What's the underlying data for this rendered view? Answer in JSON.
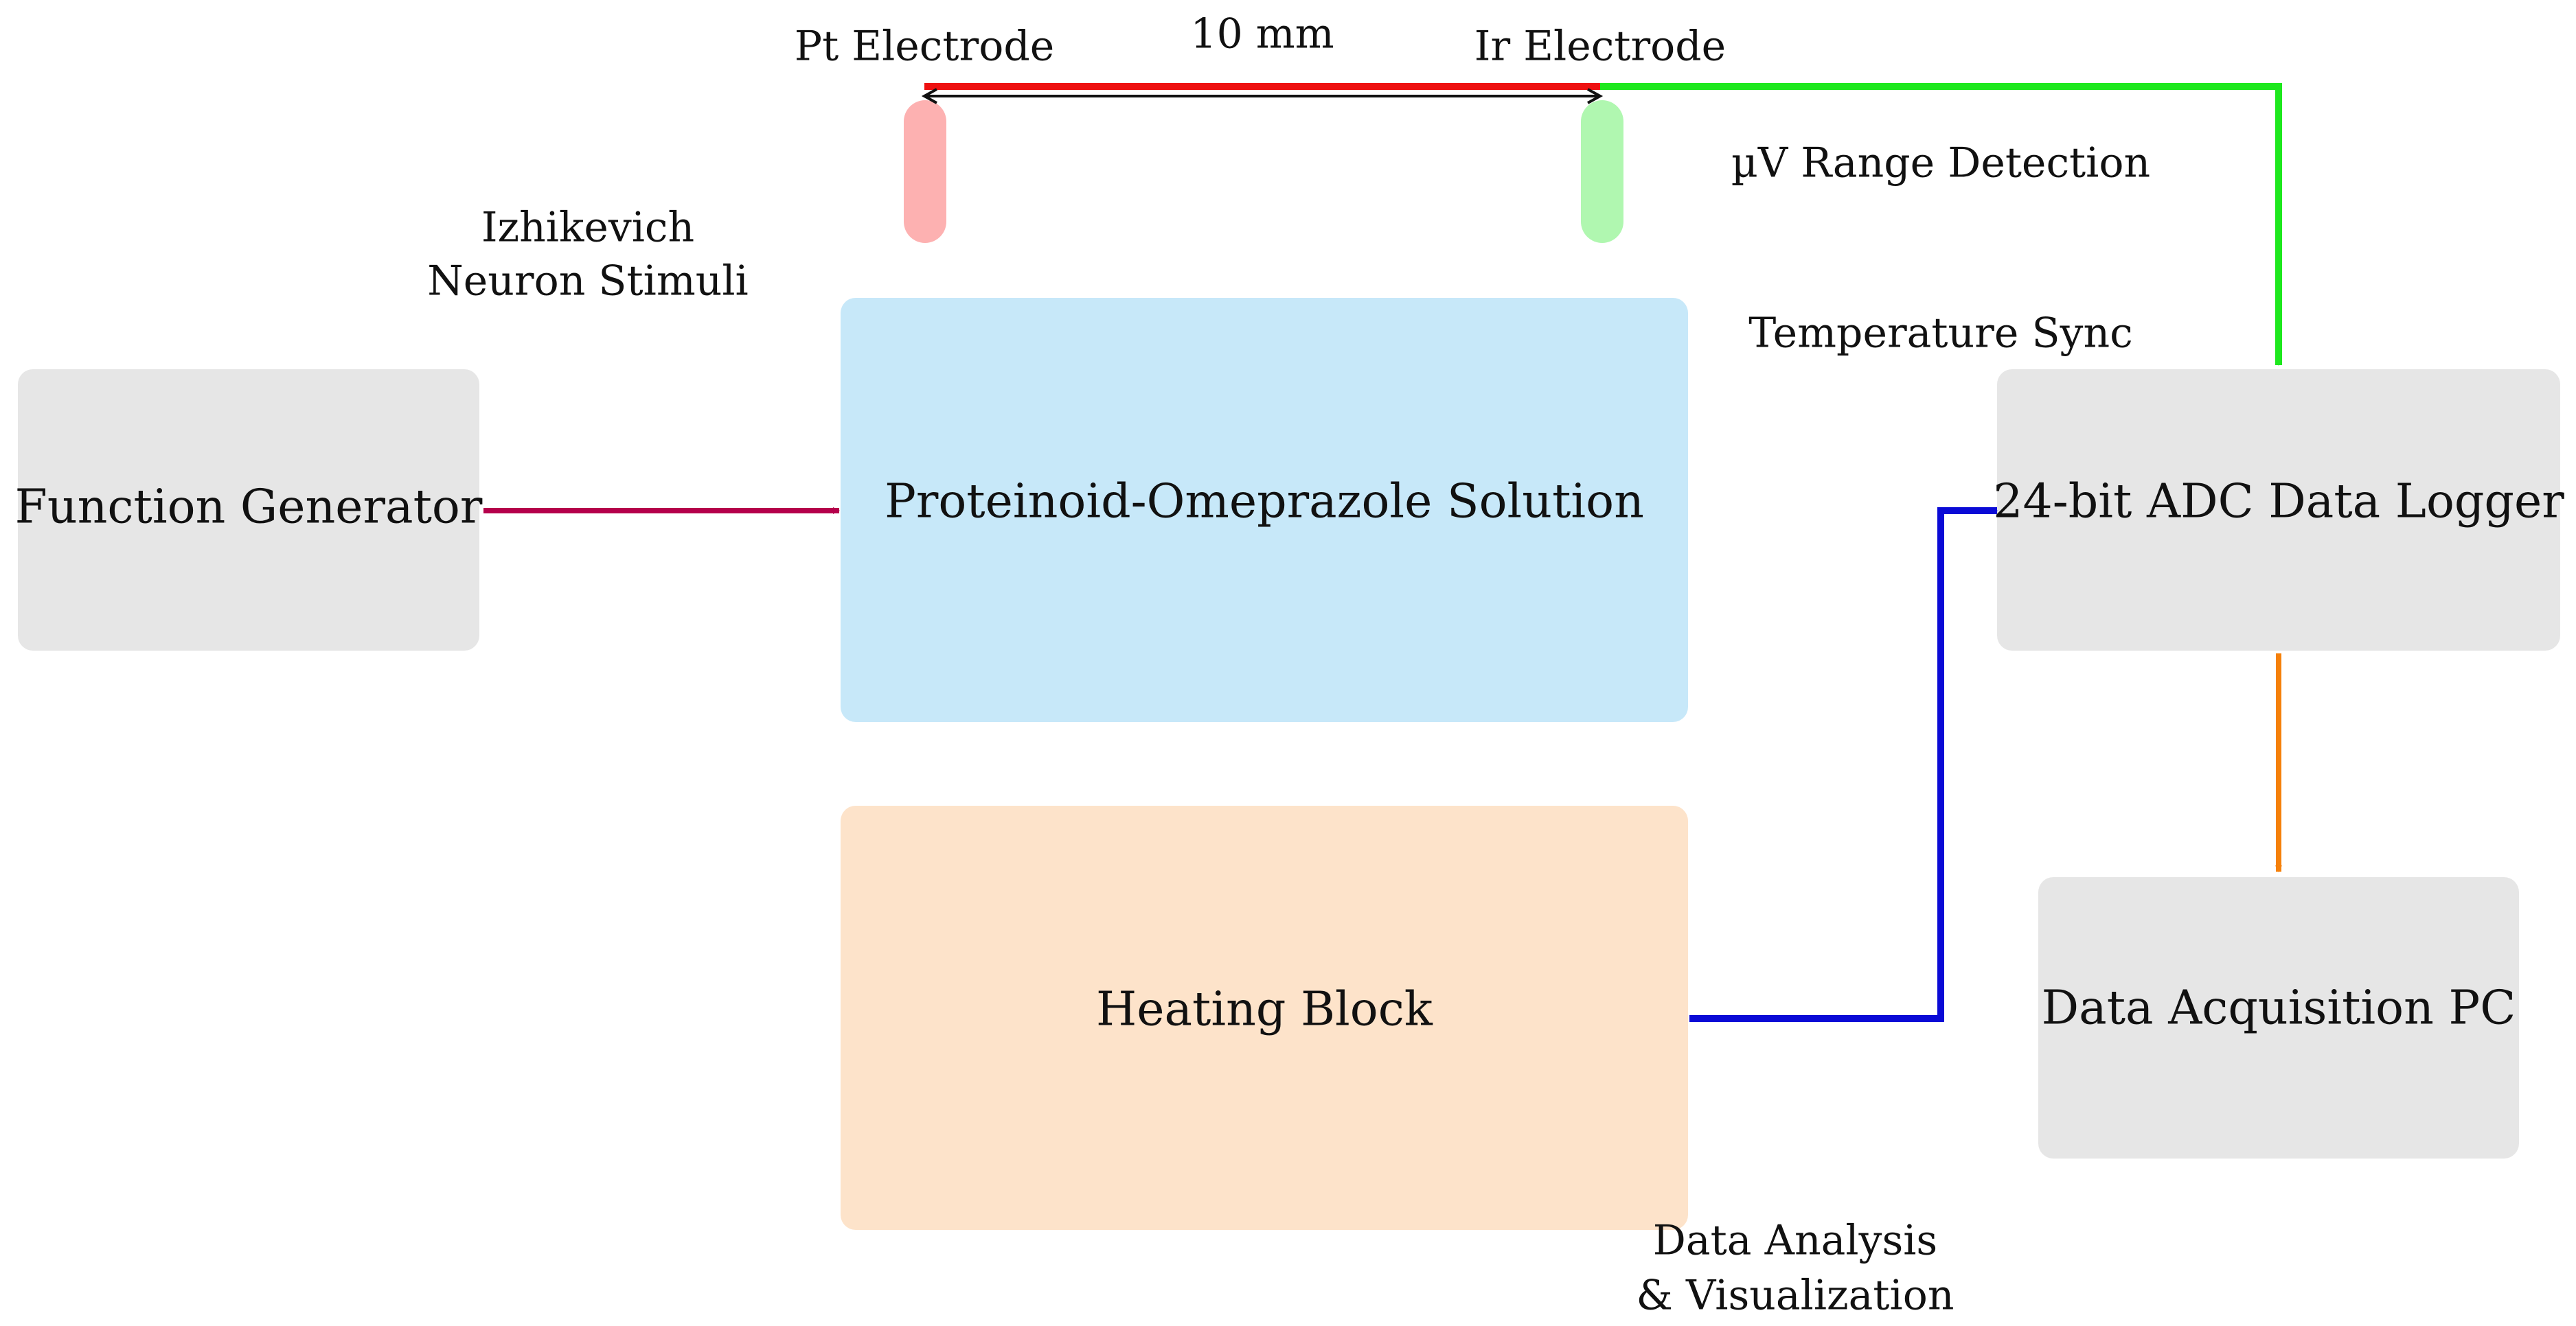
{
  "colors": {
    "gray_box": "#e6e6e6",
    "solution_box": "#c7e8f9",
    "heating_box": "#fde3ca",
    "pt_electrode": "#fdb1b1",
    "ir_electrode": "#b0f7b0",
    "stimulus_arrow": "#b5004b",
    "pt_wire": "#ee1111",
    "ir_wire": "#1ee81e",
    "temperature_arrow": "#0a0ad6",
    "output_arrow": "#f5800a",
    "dimension_line": "#111111"
  },
  "boxes": {
    "function_generator": "Function Generator",
    "solution": "Proteinoid-Omeprazole Solution",
    "heating_block": "Heating Block",
    "adc_logger": "24-bit ADC Data Logger",
    "acquisition_pc": "Data Acquisition PC"
  },
  "electrodes": {
    "pt_label": "Pt Electrode",
    "ir_label": "Ir Electrode",
    "spacing": "10 mm"
  },
  "annotations": {
    "stimuli_line1": "Izhikevich",
    "stimuli_line2": "Neuron Stimuli",
    "detection": "µV Range Detection",
    "temperature": "Temperature Sync",
    "analysis_line1": "Data Analysis",
    "analysis_line2": "& Visualization"
  }
}
